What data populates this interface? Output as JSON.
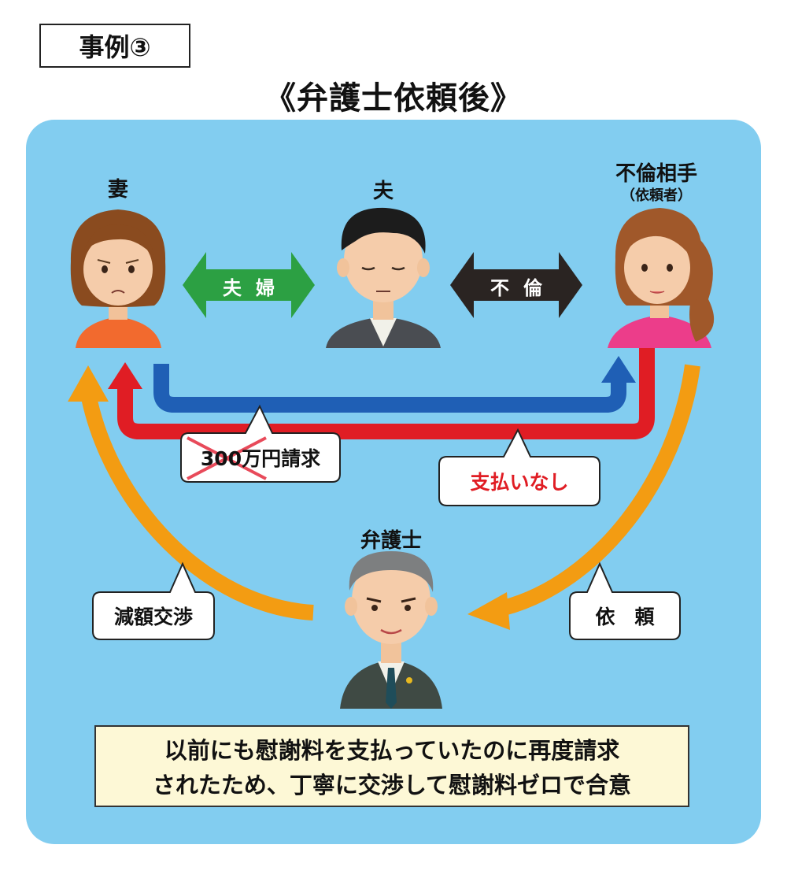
{
  "case_label": "事例③",
  "title": "《弁護士依頼後》",
  "people": {
    "wife": "妻",
    "husband": "夫",
    "affair_partner": "不倫相手",
    "affair_partner_sub": "（依頼者）",
    "lawyer": "弁護士"
  },
  "relations": {
    "marriage": "夫婦",
    "affair": "不倫"
  },
  "bubbles": {
    "claim": "300万円請求",
    "no_payment": "支払いなし",
    "negotiation": "減額交渉",
    "request": "依　頼"
  },
  "summary": {
    "line1": "以前にも慰謝料を支払っていたのに再度請求",
    "line2": "されたため、丁寧に交渉して慰謝料ゼロで合意"
  },
  "colors": {
    "panel": "#82cdf0",
    "marriage_arrow": "#2ca043",
    "affair_arrow": "#2a2422",
    "claim_arrow": "#1f5fb5",
    "payment_arrow": "#e01d24",
    "lawyer_arrow": "#f39c12",
    "no_payment_text": "#e01d24",
    "cross_out": "#e84a5a"
  }
}
